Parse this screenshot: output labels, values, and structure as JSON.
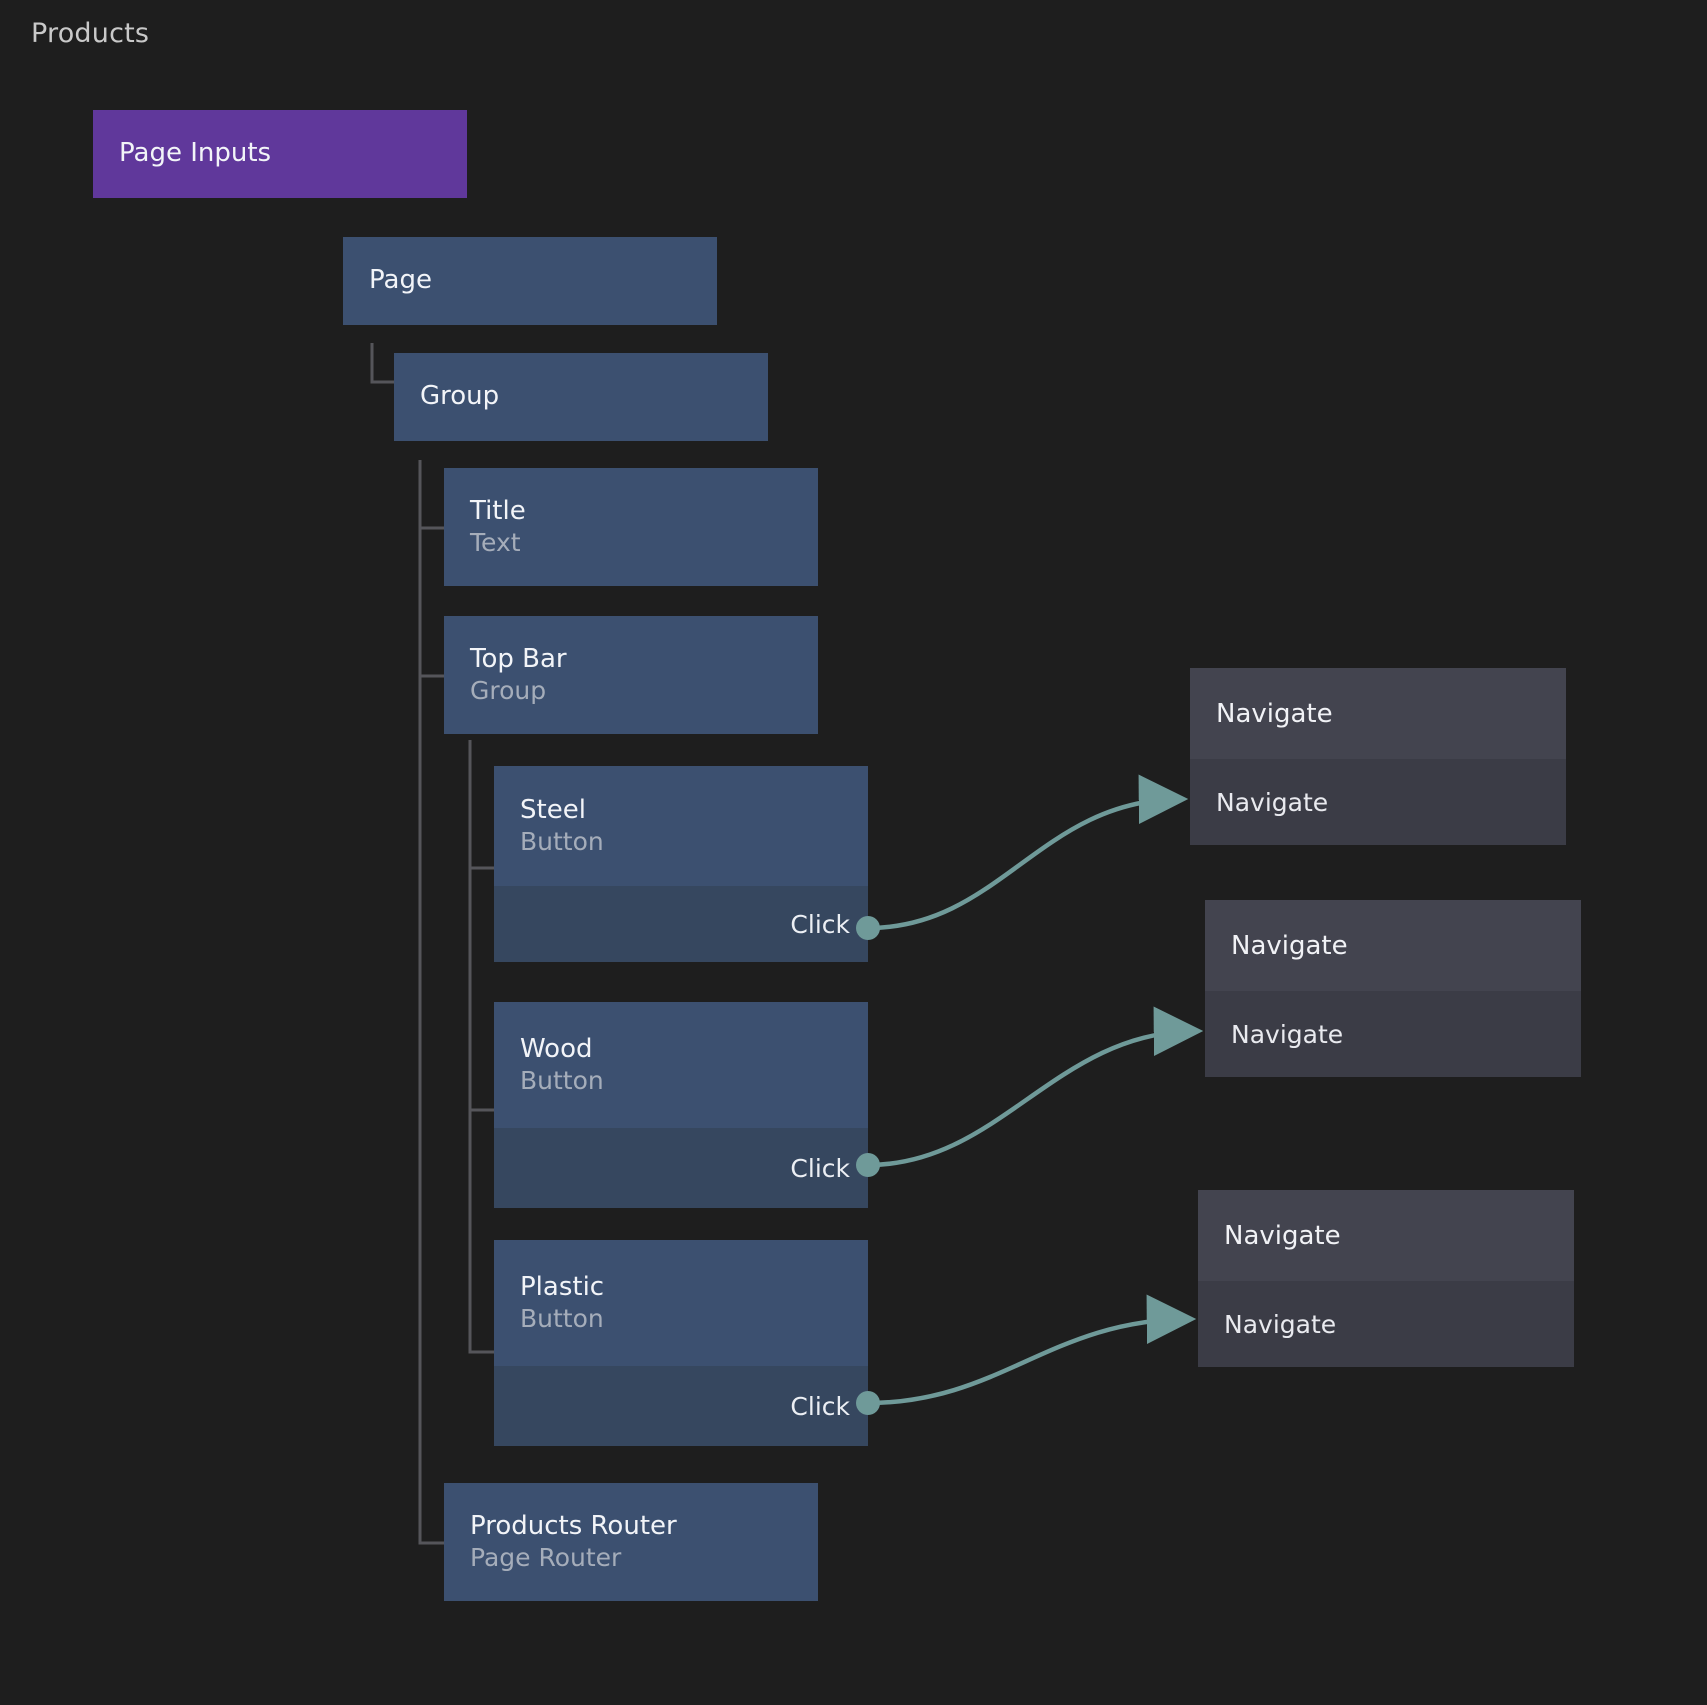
{
  "page": {
    "title": "Products",
    "background": "#1e1e1e"
  },
  "colors": {
    "page_inputs": "#60389b",
    "element_header": "#3c5070",
    "element_footer": "#36475f",
    "action_header": "#43444f",
    "action_row": "#3b3c46",
    "edge": "#6f9a99",
    "tree_line": "#55555a",
    "text_primary": "#f2f4f8",
    "text_secondary": "#a5adba"
  },
  "nodes": {
    "page_inputs": {
      "name": "Page Inputs"
    },
    "page": {
      "name": "Page"
    },
    "group": {
      "name": "Group"
    },
    "title": {
      "name": "Title",
      "type": "Text"
    },
    "top_bar": {
      "name": "Top Bar",
      "type": "Group"
    },
    "steel": {
      "name": "Steel",
      "type": "Button",
      "event": "Click"
    },
    "wood": {
      "name": "Wood",
      "type": "Button",
      "event": "Click"
    },
    "plastic": {
      "name": "Plastic",
      "type": "Button",
      "event": "Click"
    },
    "router": {
      "name": "Products Router",
      "type": "Page Router"
    }
  },
  "actions": [
    {
      "title": "Navigate",
      "item": "Navigate"
    },
    {
      "title": "Navigate",
      "item": "Navigate"
    },
    {
      "title": "Navigate",
      "item": "Navigate"
    }
  ]
}
